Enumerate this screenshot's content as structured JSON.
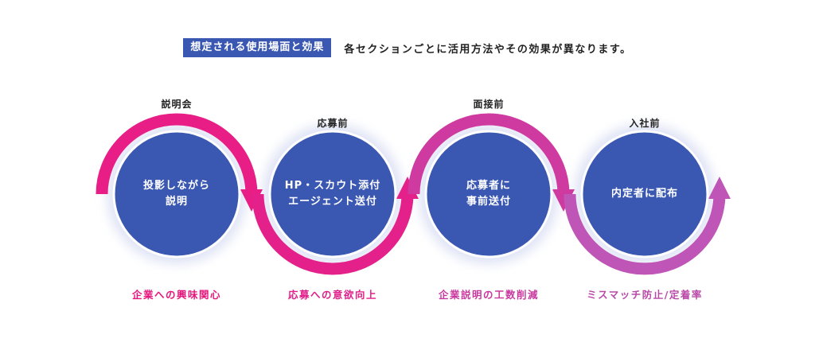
{
  "header": {
    "badge": "想定される使用場面と効果",
    "description": "各セクションごとに活用方法やその効果が異なります。"
  },
  "stages": [
    {
      "label": "説明会",
      "circle_text": "投影しながら\n説明",
      "effect": "企業への興味関心"
    },
    {
      "label": "応募前",
      "circle_text": "HP・スカウト添付\nエージェント送付",
      "effect": "応募への意欲向上"
    },
    {
      "label": "面接前",
      "circle_text": "応募者に\n事前送付",
      "effect": "企業説明の工数削減"
    },
    {
      "label": "入社前",
      "circle_text": "内定者に配布",
      "effect": "ミスマッチ防止/定着率"
    }
  ],
  "colors": {
    "badge_bg": "#3a57b2",
    "circle": "#3a57b2",
    "effects": [
      "#e5177d",
      "#e0208a",
      "#c9389e",
      "#b94aa8"
    ],
    "arcs": [
      "#e81d86",
      "#e4218b",
      "#cf3aa0",
      "#bf55b6"
    ]
  }
}
